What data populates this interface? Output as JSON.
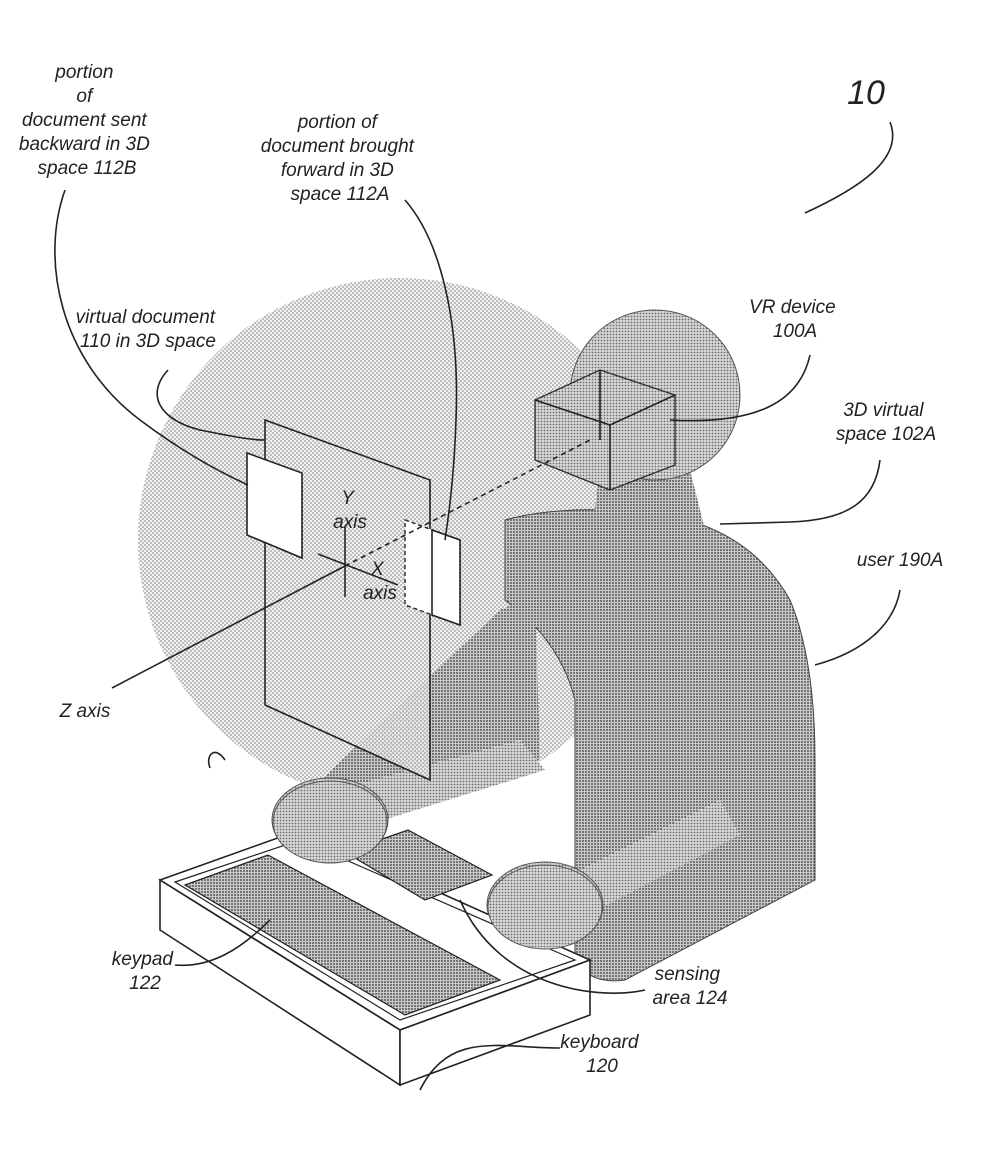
{
  "figure_number": "10",
  "labels": {
    "backward": [
      "portion",
      "of",
      "document sent",
      "backward in 3D",
      "space 112B"
    ],
    "forward": [
      "portion of",
      "document brought",
      "forward in 3D",
      "space 112A"
    ],
    "virtual_document": [
      "virtual document",
      "110 in 3D space"
    ],
    "vr_device": [
      "VR device",
      "100A"
    ],
    "virtual_space": [
      "3D virtual",
      "space 102A"
    ],
    "user": [
      "user 190A"
    ],
    "z_axis": [
      "Z axis"
    ],
    "y_axis": [
      "Y",
      "axis"
    ],
    "x_axis": [
      "X",
      "axis"
    ],
    "keypad": [
      "keypad",
      "122"
    ],
    "sensing_area": [
      "sensing",
      "area 124"
    ],
    "keyboard": [
      "keyboard",
      "120"
    ]
  },
  "colors": {
    "ink": "#222222",
    "sphere": "#e6e6e6",
    "user_body": "#bdbdbd",
    "user_shadow": "#a6a6a6",
    "pad": "#b7b7b7",
    "paper": "#ffffff"
  }
}
